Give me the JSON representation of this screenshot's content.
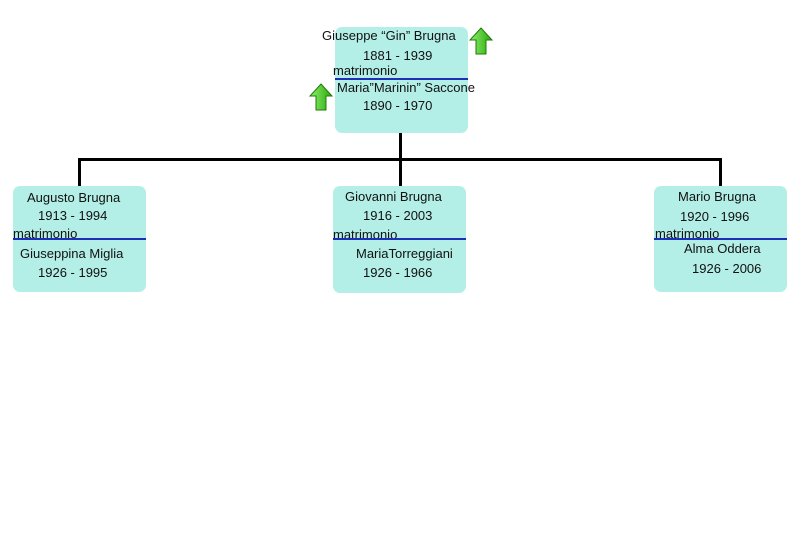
{
  "root": {
    "husband": {
      "name": "Giuseppe “Gin” Brugna",
      "dates": "1881 - 1939"
    },
    "union_label": "matrimonio",
    "wife": {
      "name": "Maria”Marinin” Saccone",
      "dates": "1890 - 1970"
    }
  },
  "children": [
    {
      "name": "Augusto Brugna",
      "dates": "1913 - 1994",
      "union_label": "matrimonio",
      "spouse": {
        "name": "Giuseppina Miglia",
        "dates": "1926 - 1995"
      }
    },
    {
      "name": "Giovanni Brugna",
      "dates": "1916 - 2003",
      "union_label": "matrimonio",
      "spouse": {
        "name": "MariaTorreggiani",
        "dates": "1926 - 1966"
      }
    },
    {
      "name": "Mario Brugna",
      "dates": "1920 - 1996",
      "union_label": "matrimonio",
      "spouse": {
        "name": "Alma Oddera",
        "dates": "1926 - 2006"
      }
    }
  ],
  "colors": {
    "box": "#b3efe6",
    "separator": "#1f2fb5",
    "arrow": "#3fc21a",
    "connector": "#000000"
  },
  "icons": {
    "parents_arrow": "green-up-arrow-icon"
  }
}
